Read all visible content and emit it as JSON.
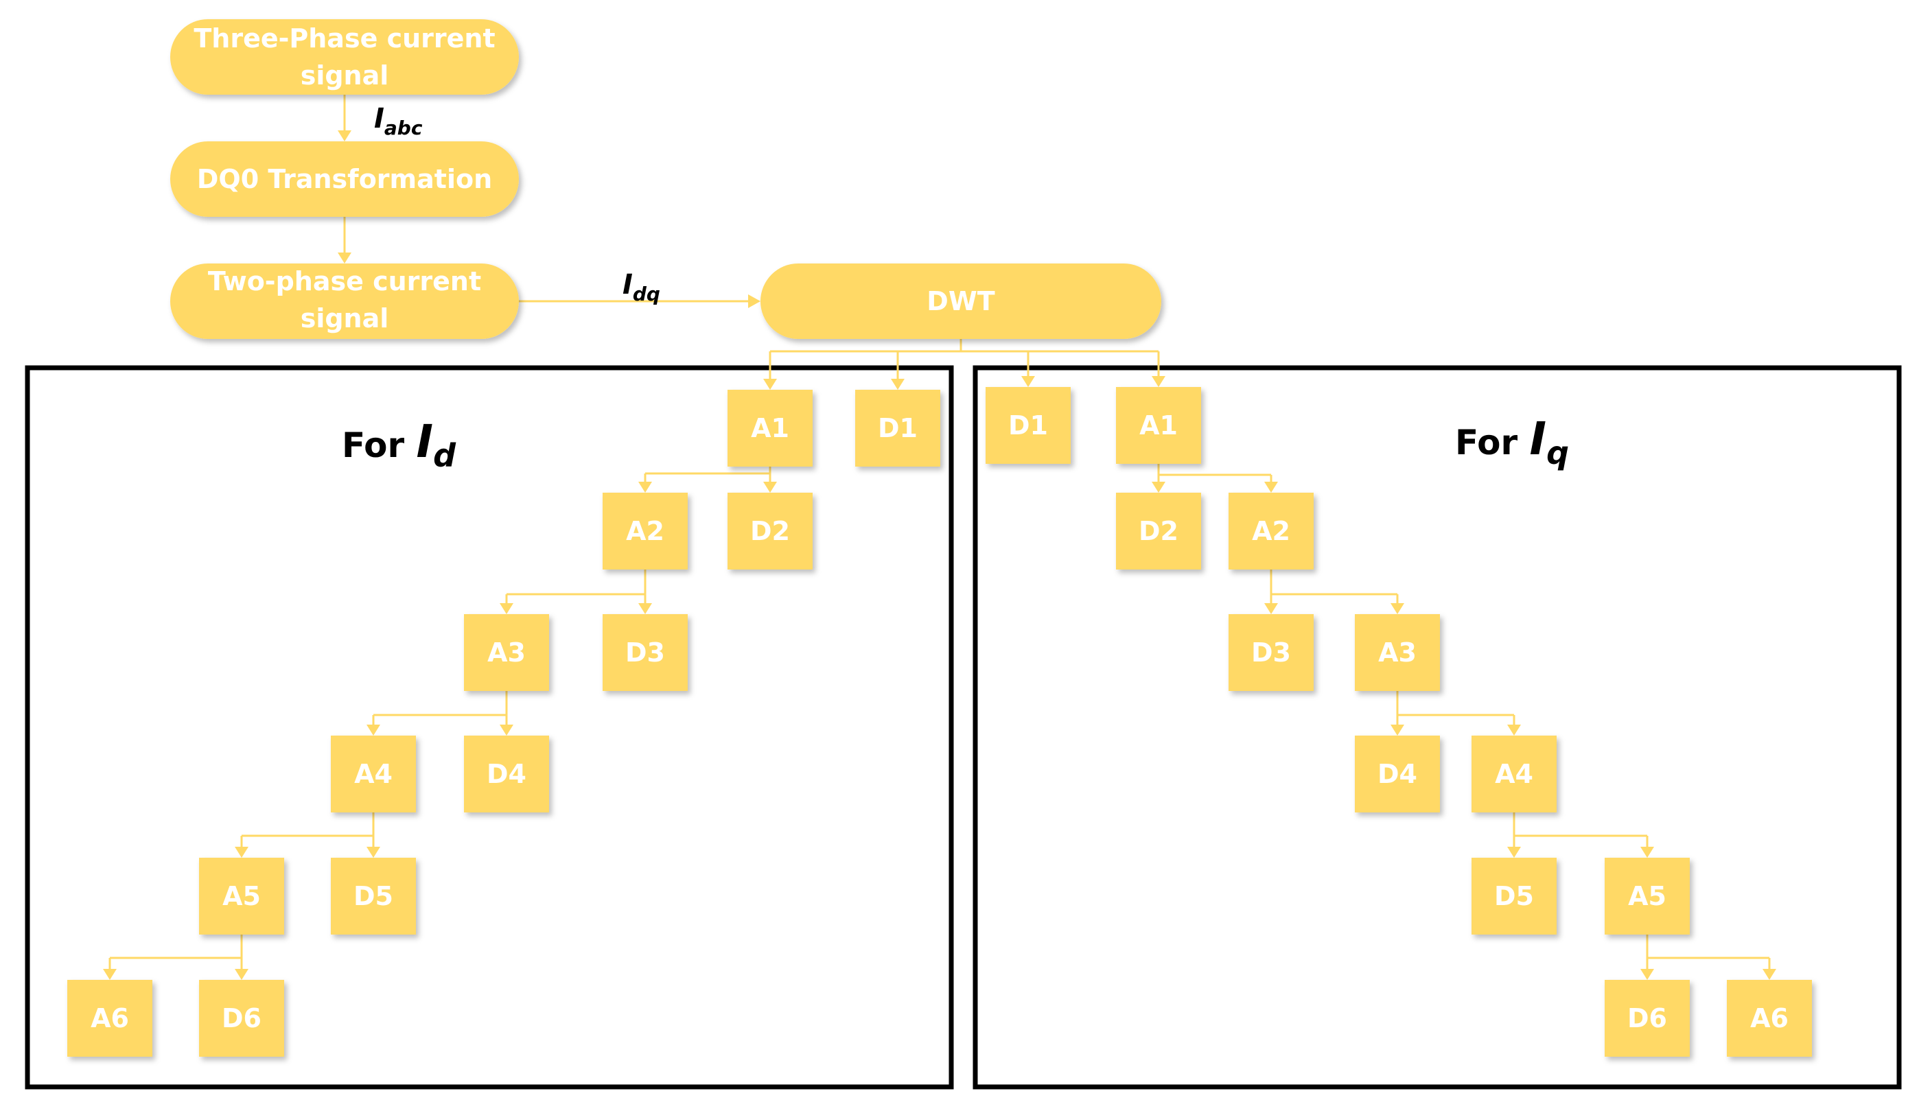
{
  "input_nodes": {
    "three_phase": [
      "Three-Phase current",
      "signal"
    ],
    "dq0": "DQ0 Transformation",
    "two_phase": [
      "Two-phase current",
      "signal"
    ],
    "dwt": "DWT"
  },
  "signal_labels": {
    "abc": {
      "main": "I",
      "sub": "abc"
    },
    "dq": {
      "main": "I",
      "sub": "dq"
    }
  },
  "panels": {
    "left": {
      "title_prefix": "For ",
      "title_symbol": "I",
      "title_sub": "d",
      "nodes": [
        "A1",
        "D1",
        "A2",
        "D2",
        "A3",
        "D3",
        "A4",
        "D4",
        "A5",
        "D5",
        "A6",
        "D6"
      ]
    },
    "right": {
      "title_prefix": "For ",
      "title_symbol": "I",
      "title_sub": "q",
      "nodes": [
        "D1",
        "A1",
        "D2",
        "A2",
        "D3",
        "A3",
        "D4",
        "A4",
        "D5",
        "A5",
        "D6",
        "A6"
      ]
    }
  },
  "colors": {
    "node_fill": "#FFD966",
    "node_text": "#FFFFFF",
    "frame": "#000000",
    "connector": "#FFD966"
  }
}
